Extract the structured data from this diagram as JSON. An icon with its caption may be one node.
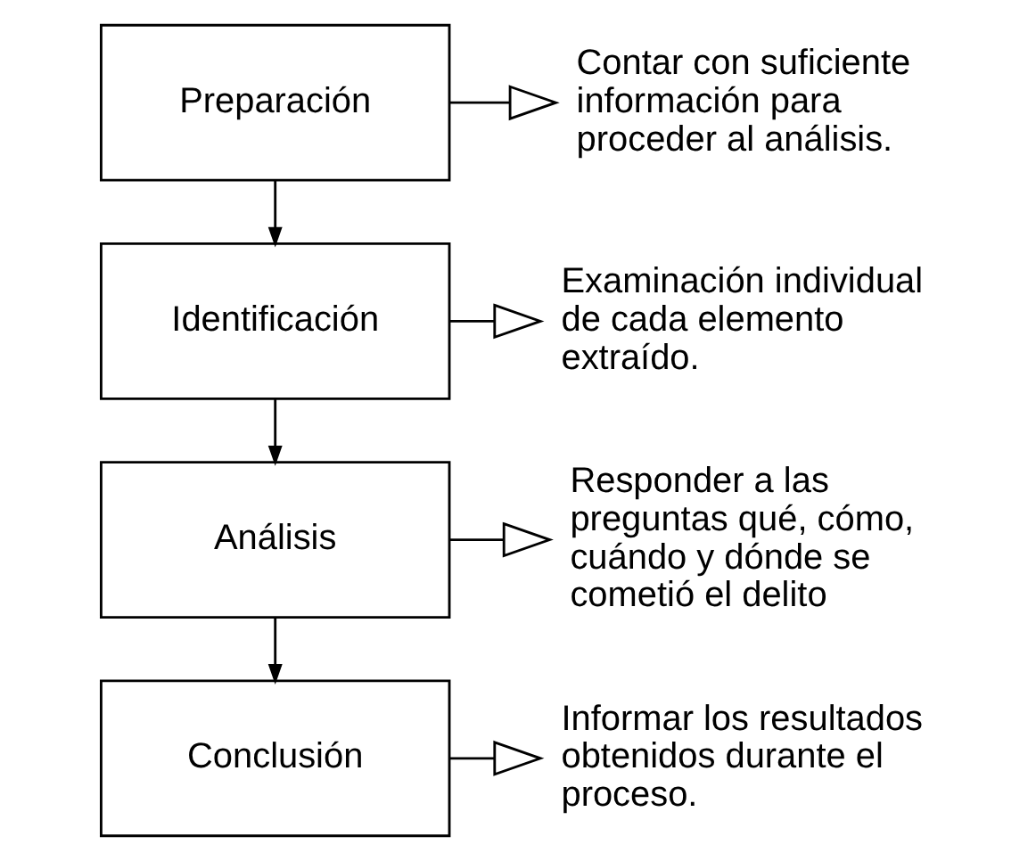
{
  "diagram": {
    "nodes": [
      {
        "text": [
          "Preparación"
        ]
      },
      {
        "text": [
          "Contar con suficiente información para proceder al análisis."
        ]
      },
      {
        "text": [
          "Identificación"
        ]
      },
      {
        "text": [
          "Examinación individual de cada elemento extraído."
        ]
      },
      {
        "text": [
          "Análisis"
        ]
      },
      {
        "text": [
          "Responder a las preguntas qué, cómo, cuándo y dónde se cometió el delito"
        ]
      },
      {
        "text": [
          "Conclusión"
        ]
      },
      {
        "text": [
          "Informar los resultados obtenidos durante el proceso."
        ]
      }
    ],
    "edges": [
      {
        "from": 0,
        "to": 1,
        "arrow": "to"
      },
      {
        "from": 0,
        "to": 2,
        "arrow": "to"
      },
      {
        "from": 2,
        "to": 3,
        "arrow": "to"
      },
      {
        "from": 2,
        "to": 4,
        "arrow": "to"
      },
      {
        "from": 4,
        "to": 5,
        "arrow": "to"
      },
      {
        "from": 4,
        "to": 6,
        "arrow": "to"
      },
      {
        "from": 6,
        "to": 7,
        "arrow": "to"
      }
    ]
  }
}
